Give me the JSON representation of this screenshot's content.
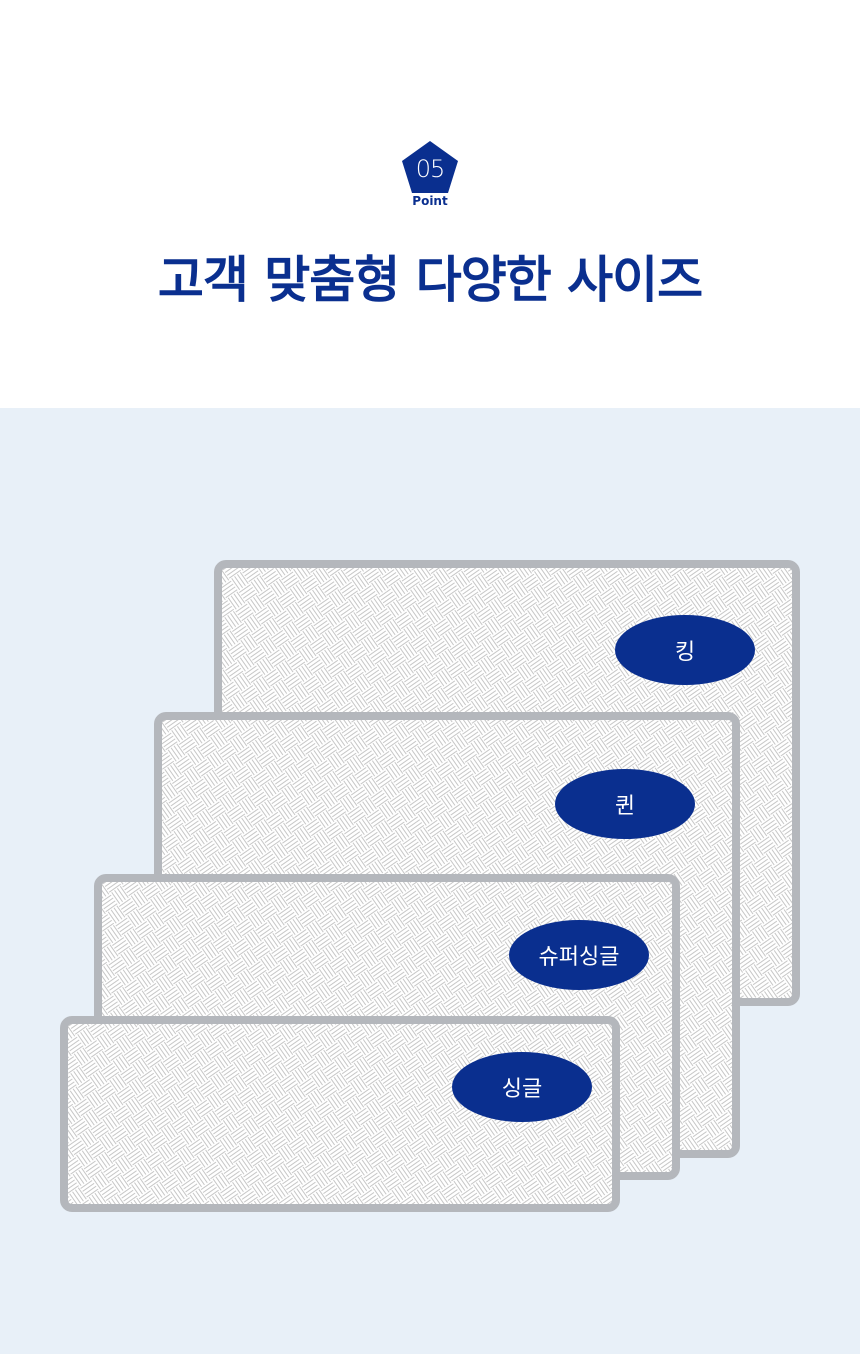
{
  "header": {
    "point_number": "05",
    "point_label": "Point",
    "title": "고객 맞춤형 다양한 사이즈"
  },
  "sizes": [
    {
      "label": "킹"
    },
    {
      "label": "퀸"
    },
    {
      "label": "슈퍼싱글"
    },
    {
      "label": "싱글"
    }
  ],
  "colors": {
    "accent": "#0a2f8f",
    "background": "#e8f0f8",
    "mat_border": "#b4b7bc"
  }
}
